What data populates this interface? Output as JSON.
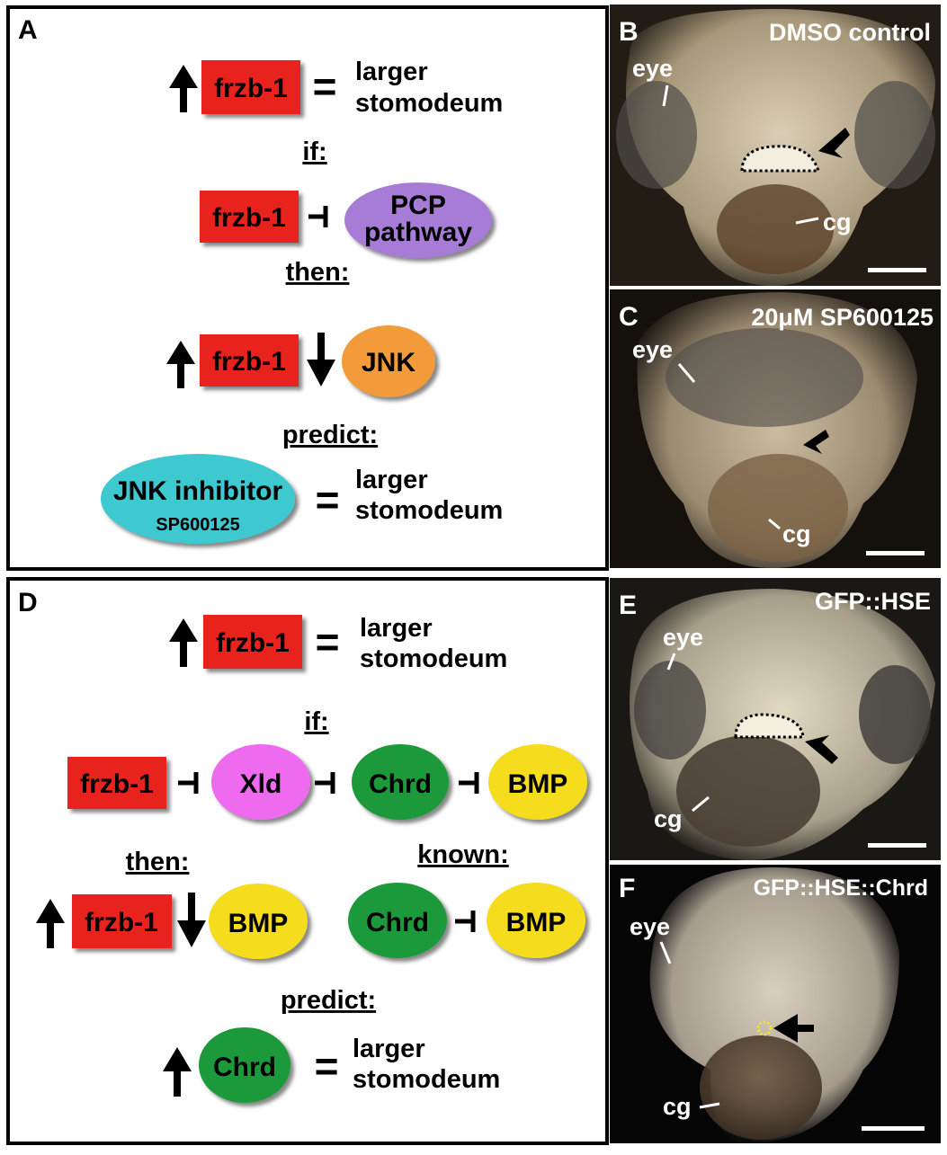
{
  "panel_a": {
    "letter": "A",
    "row1": {
      "gene": "frzb-1",
      "equals": "=",
      "result_line1": "larger",
      "result_line2": "stomodeum"
    },
    "if_label": "if:",
    "row2": {
      "gene": "frzb-1",
      "target_line1": "PCP",
      "target_line2": "pathway"
    },
    "then_label": "then:",
    "row3": {
      "gene": "frzb-1",
      "target": "JNK"
    },
    "predict_label": "predict:",
    "row4": {
      "agent_line1": "JNK inhibitor",
      "agent_line2": "SP600125",
      "equals": "=",
      "result_line1": "larger",
      "result_line2": "stomodeum"
    }
  },
  "panel_d": {
    "letter": "D",
    "row1": {
      "gene": "frzb-1",
      "equals": "=",
      "result_line1": "larger",
      "result_line2": "stomodeum"
    },
    "if_label": "if:",
    "row2": {
      "gene": "frzb-1",
      "n1": "Xld",
      "n2": "Chrd",
      "n3": "BMP"
    },
    "then_label": "then:",
    "known_label": "known:",
    "row3": {
      "gene": "frzb-1",
      "target": "BMP",
      "known_a": "Chrd",
      "known_b": "BMP"
    },
    "predict_label": "predict:",
    "row4": {
      "gene": "Chrd",
      "equals": "=",
      "result_line1": "larger",
      "result_line2": "stomodeum"
    }
  },
  "photos": {
    "b": {
      "letter": "B",
      "title": "DMSO control",
      "eye": "eye",
      "cg": "cg"
    },
    "c": {
      "letter": "C",
      "title": "20μM SP600125",
      "eye": "eye",
      "cg": "cg"
    },
    "e": {
      "letter": "E",
      "title": "GFP::HSE",
      "eye": "eye",
      "cg": "cg"
    },
    "f": {
      "letter": "F",
      "title": "GFP::HSE::Chrd",
      "eye": "eye",
      "cg": "cg"
    }
  },
  "colors": {
    "frzb": "#e8241f",
    "pcp": "#a77bd6",
    "jnk": "#f39a3a",
    "inhibitor": "#3ec9cf",
    "xld": "#ee6bef",
    "chrd": "#1f9a3a",
    "bmp": "#f5dc1a"
  }
}
